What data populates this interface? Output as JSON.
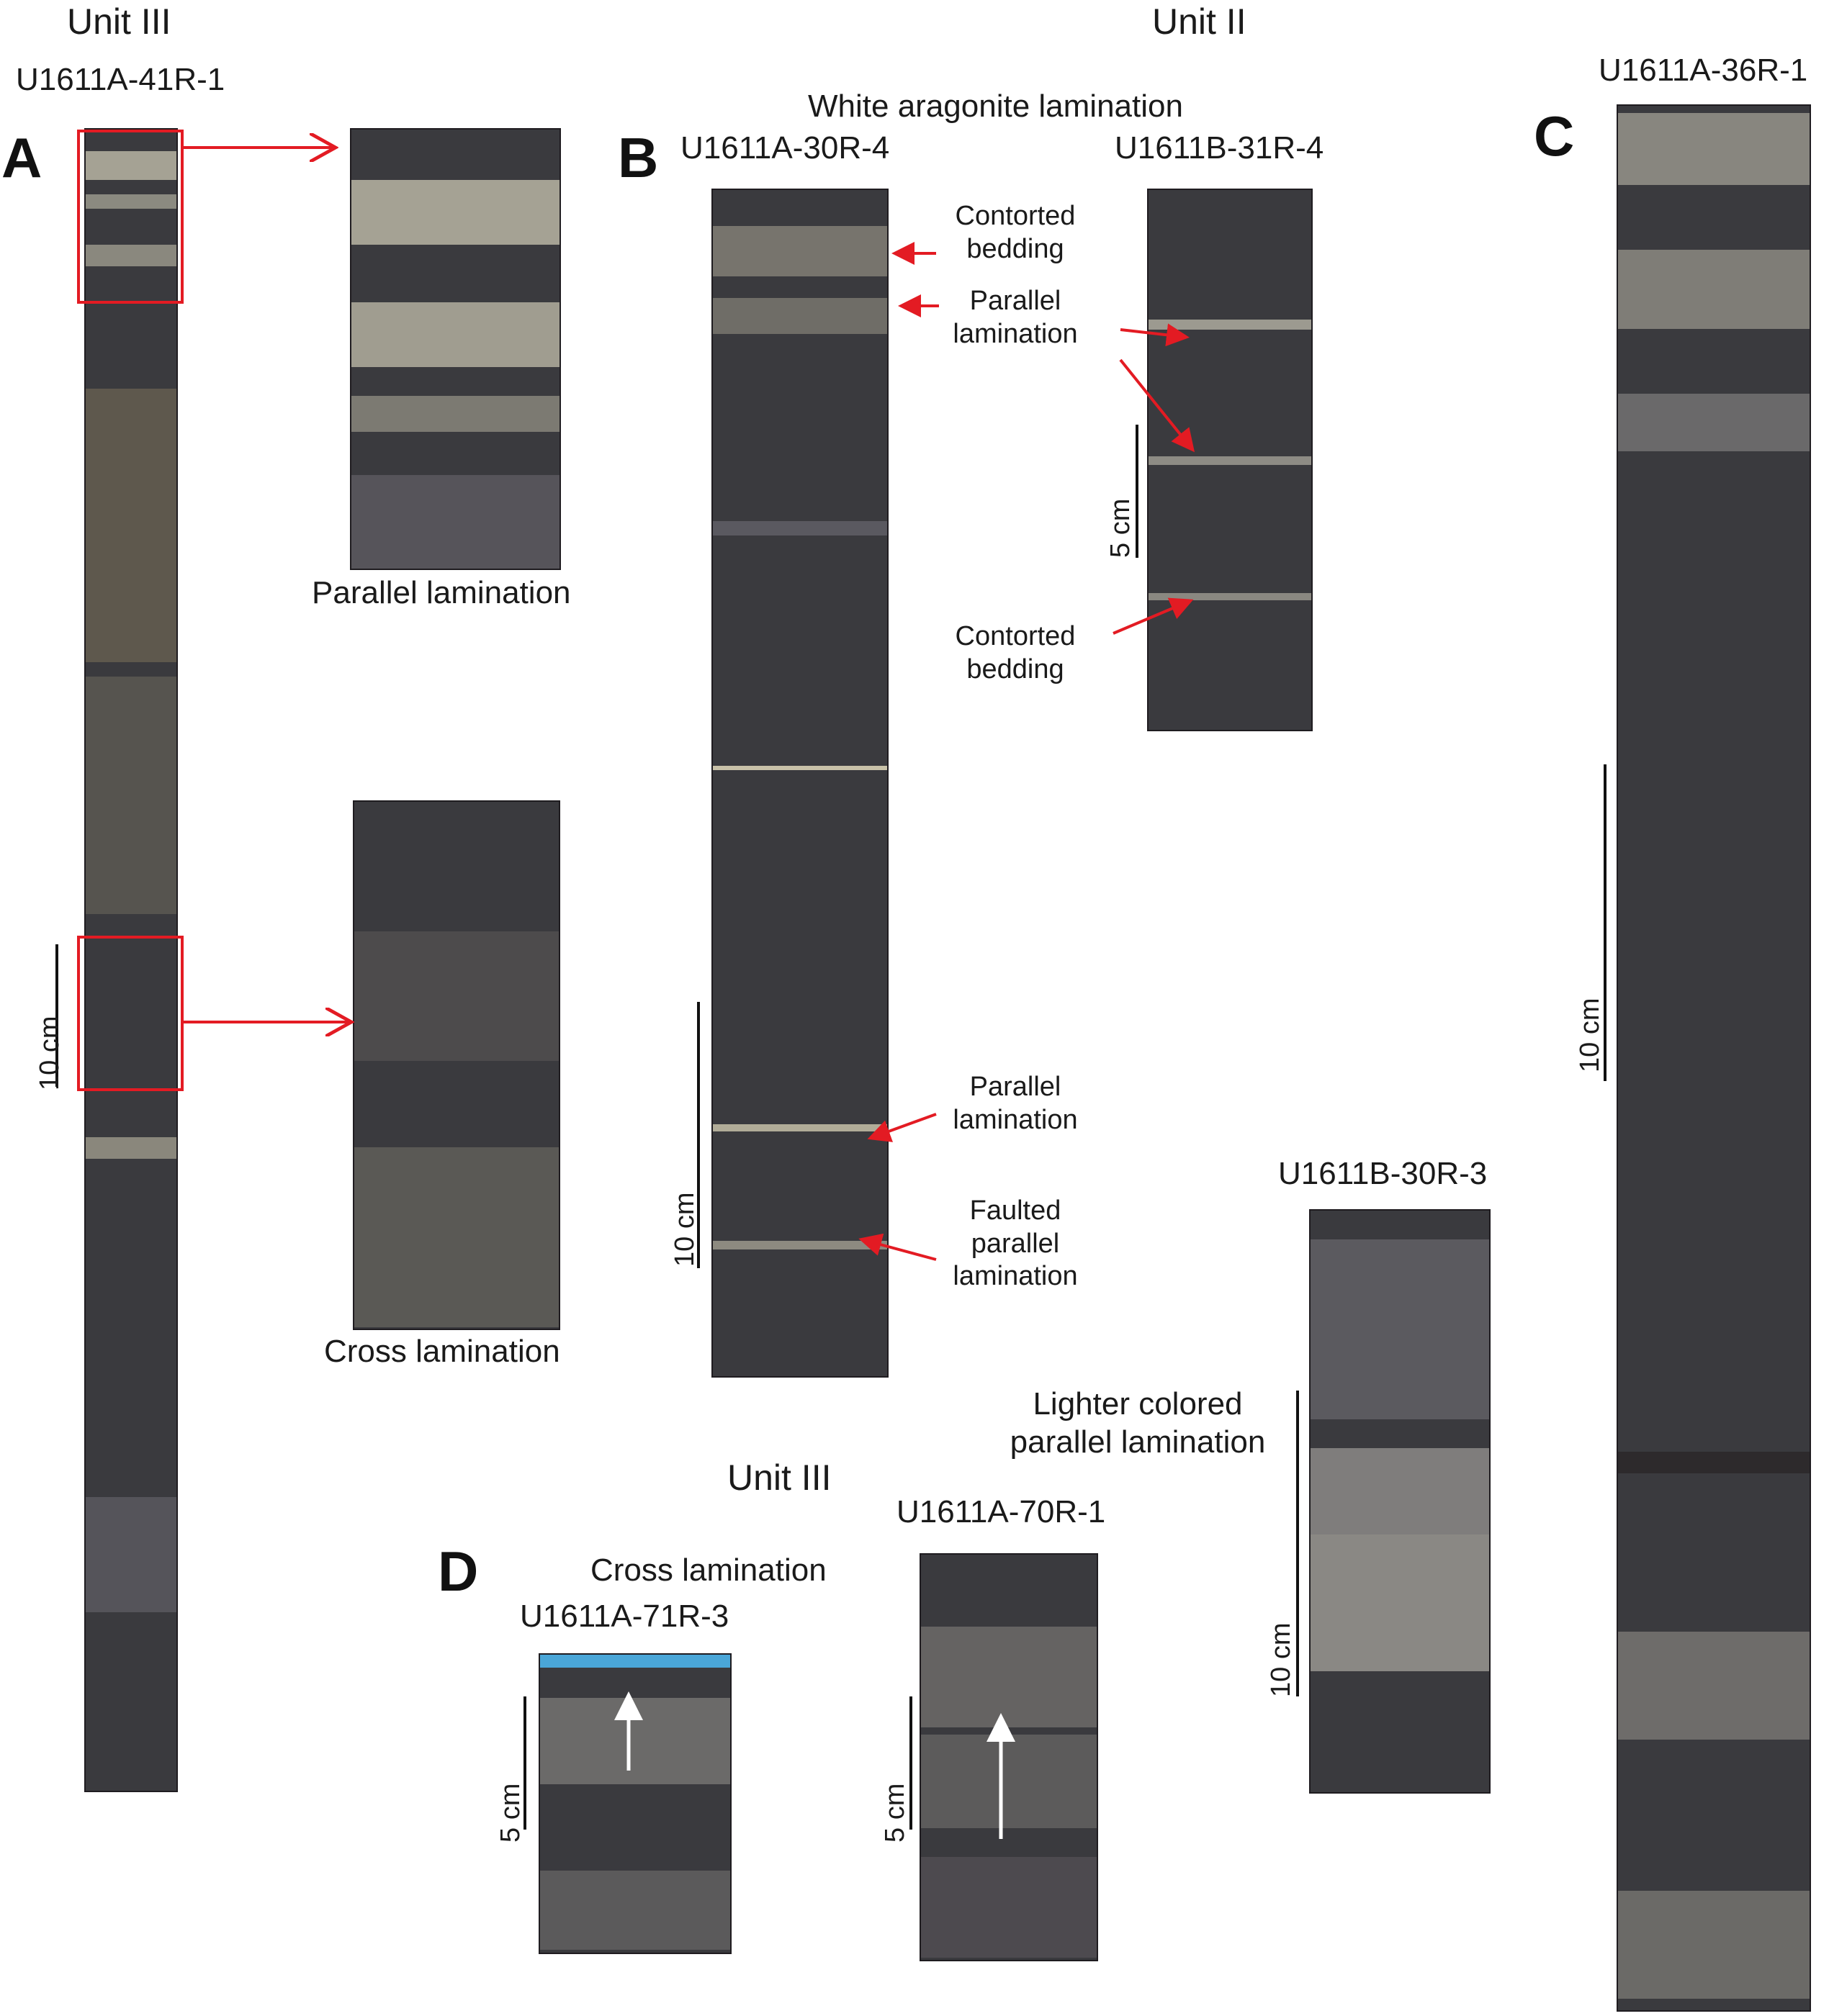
{
  "headers": {
    "unit3_left": "Unit III",
    "unit2": "Unit II",
    "unit3_bottom": "Unit III"
  },
  "panels": {
    "A": "A",
    "B": "B",
    "C": "C",
    "D": "D"
  },
  "sections": {
    "a_main": "U1611A-41R-1",
    "b_left": "U1611A-30R-4",
    "b_right": "U1611B-31R-4",
    "c_main": "U1611A-36R-1",
    "c_second": "U1611B-30R-3",
    "d_left": "U1611A-71R-3",
    "d_right": "U1611A-70R-1"
  },
  "annotations": {
    "parallel_lamination_a": "Parallel lamination",
    "cross_lamination_a": "Cross lamination",
    "white_aragonite": "White aragonite lamination",
    "contorted_1": "Contorted bedding",
    "parallel_1": "Parallel lamination",
    "contorted_2": "Contorted bedding",
    "parallel_2": "Parallel lamination",
    "faulted": "Faulted parallel lamination",
    "lighter": "Lighter colored parallel lamination",
    "cross_lamination_d": "Cross lamination"
  },
  "scales": {
    "a": "10 cm",
    "b_left": "10 cm",
    "b_right": "5 cm",
    "c": "10 cm",
    "c_second": "10 cm",
    "d_left": "5 cm",
    "d_right": "5 cm"
  },
  "colors": {
    "arrow_red": "#e31b23",
    "arrow_white": "#ffffff",
    "core_dark": "#3a3a3e",
    "core_light": "#8a887e"
  }
}
